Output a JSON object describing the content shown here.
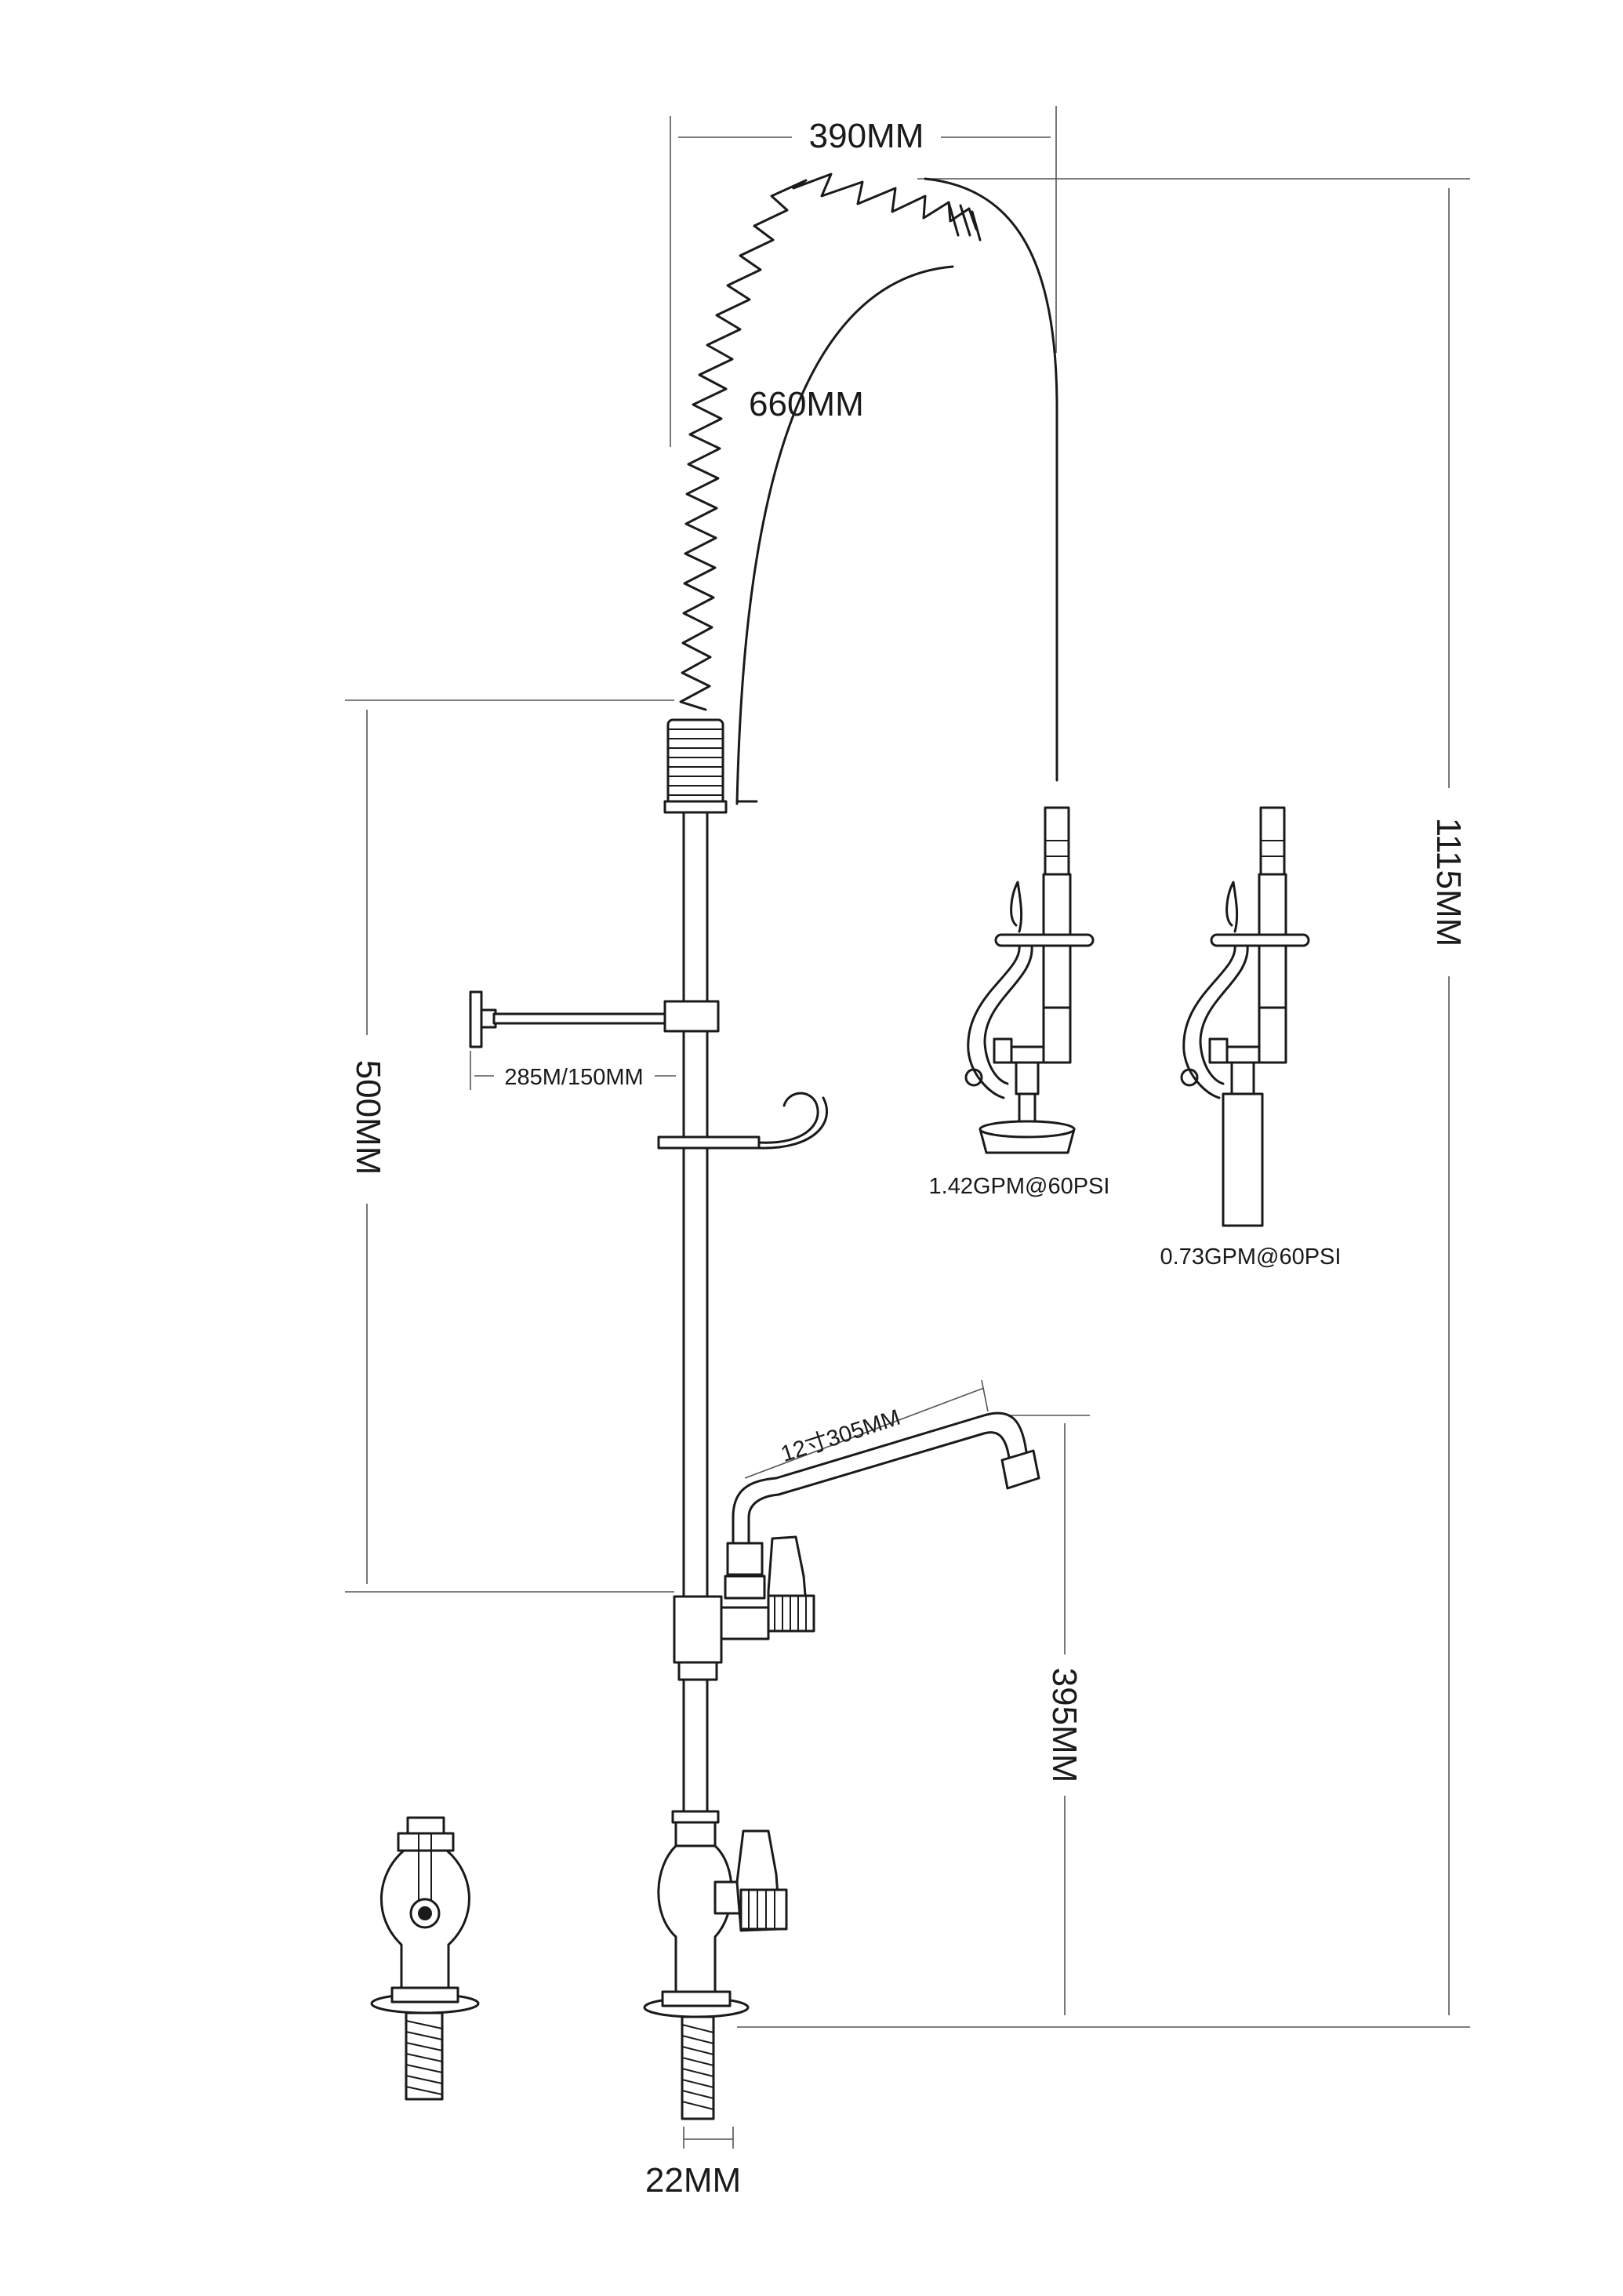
{
  "dimensions": {
    "hose_width": "390MM",
    "spring_height": "660MM",
    "total_height": "1115MM",
    "column_height": "500MM",
    "wall_bracket": "285M/150MM",
    "spout_length": "12寸305MM",
    "faucet_height": "395MM",
    "thread_size": "22MM"
  },
  "spray_valves": {
    "standard_flow": "1.42GPM@60PSI",
    "low_flow": "0.73GPM@60PSI"
  }
}
